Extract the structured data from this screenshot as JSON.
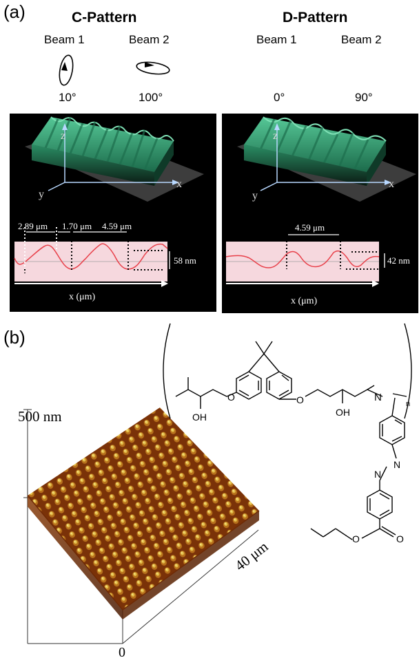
{
  "panel_a": {
    "label": "(a)",
    "c_pattern": {
      "title": "C-Pattern",
      "beam1_label": "Beam 1",
      "beam2_label": "Beam 2",
      "beam1_angle": "10°",
      "beam2_angle": "100°",
      "axes": {
        "z": "z",
        "x": "x",
        "y": "y"
      },
      "measure_1": "2.89 μm",
      "measure_2": "1.70 μm",
      "measure_3": "4.59 μm",
      "depth": "58 nm",
      "xaxis_label": "x (μm)"
    },
    "d_pattern": {
      "title": "D-Pattern",
      "beam1_label": "Beam 1",
      "beam2_label": "Beam 2",
      "beam1_angle": "0°",
      "beam2_angle": "90°",
      "axes": {
        "z": "z",
        "x": "x",
        "y": "y"
      },
      "measure_1": "4.59 μm",
      "depth": "42 nm",
      "xaxis_label": "x (μm)"
    }
  },
  "panel_b": {
    "label": "(b)",
    "height_label": "500 nm",
    "width_label": "40 μm",
    "origin_label": "0",
    "chem": {
      "oh1": "OH",
      "oh2": "OH",
      "o1": "O",
      "o2": "O",
      "n": "N",
      "n_sub": "n",
      "azo_n1": "N",
      "azo_n2": "N",
      "ester_o1": "O",
      "ester_o2": "O"
    }
  },
  "colors": {
    "surface": "#2e9a72",
    "profile_bg": "#f6d8de",
    "profile_line": "#e8404a",
    "afm_dark": "#6e2a05",
    "afm_light": "#e0b83a"
  }
}
